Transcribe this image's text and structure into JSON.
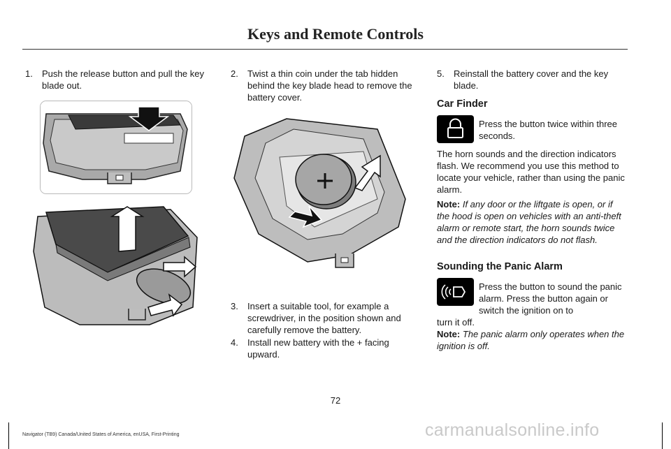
{
  "header": {
    "title": "Keys and Remote Controls"
  },
  "col1": {
    "step1": {
      "num": "1.",
      "text": "Push the release button and pull the key blade out."
    }
  },
  "col2": {
    "step2": {
      "num": "2.",
      "text": "Twist a thin coin under the tab hidden behind the key blade head to remove the battery cover."
    },
    "step3": {
      "num": "3.",
      "text": "Insert a suitable tool, for example a screwdriver, in the position shown and carefully remove the battery."
    },
    "step4": {
      "num": "4.",
      "text": "Install new battery with the + facing upward."
    }
  },
  "col3": {
    "step5": {
      "num": "5.",
      "text": "Reinstall the battery cover and the key blade."
    },
    "car_finder": {
      "heading": "Car Finder",
      "icon": "lock-icon",
      "text": "Press the button twice within three seconds.",
      "para": "The horn sounds and the direction indicators flash.  We recommend you use this method to locate your vehicle, rather than using the panic alarm.",
      "note_label": "Note:",
      "note_text": "If any door or the liftgate is open, or if the hood is open on vehicles with an anti-theft alarm or remote start, the horn sounds twice and the direction indicators do not flash."
    },
    "panic": {
      "heading": "Sounding the Panic Alarm",
      "icon": "panic-alarm-icon",
      "text_wrapped": "Press the button to sound the panic alarm.  Press the button again or switch the ignition on to",
      "text_cont": "turn it off.",
      "note_label": "Note:",
      "note_text": "The panic alarm only operates when the ignition is off."
    }
  },
  "page_number": "72",
  "footer": "Navigator (TB9) Canada/United States of America, enUSA, First-Printing",
  "watermark": "carmanualsonline.info"
}
